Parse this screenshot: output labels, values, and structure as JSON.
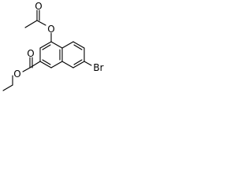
{
  "structure": {
    "atoms": {
      "carbonyl_o_acetyl": "O",
      "ester_o_acetyl": "O",
      "carbonyl_o_ester": "O",
      "ester_o_ethyl": "O",
      "bromine": "Br"
    }
  }
}
